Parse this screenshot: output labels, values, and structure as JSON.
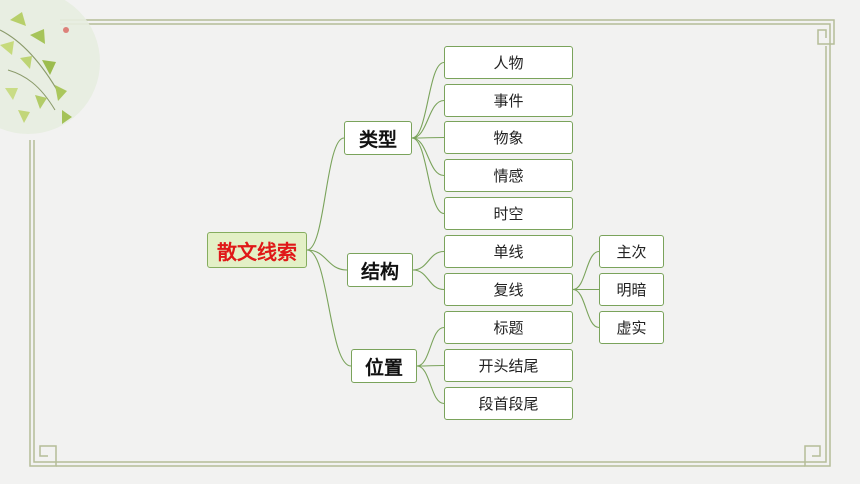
{
  "colors": {
    "border": "#7aa35b",
    "connector": "#7aa35b",
    "root_fill": "#e3f0c6",
    "root_text": "#e01818",
    "frame": "#b5bd98",
    "background": "#f2f2f1"
  },
  "decoration": {
    "corner": "ginkgo-leaves-icon",
    "frame_corners": "chinese-fret-corner-icon"
  },
  "mindmap": {
    "root": "散文线索",
    "branches": [
      {
        "label": "类型",
        "children": [
          {
            "label": "人物"
          },
          {
            "label": "事件"
          },
          {
            "label": "物象"
          },
          {
            "label": "情感"
          },
          {
            "label": "时空"
          }
        ]
      },
      {
        "label": "结构",
        "children": [
          {
            "label": "单线"
          },
          {
            "label": "复线",
            "children": [
              {
                "label": "主次"
              },
              {
                "label": "明暗"
              },
              {
                "label": "虚实"
              }
            ]
          }
        ]
      },
      {
        "label": "位置",
        "children": [
          {
            "label": "标题"
          },
          {
            "label": "开头结尾"
          },
          {
            "label": "段首段尾"
          }
        ]
      }
    ]
  }
}
